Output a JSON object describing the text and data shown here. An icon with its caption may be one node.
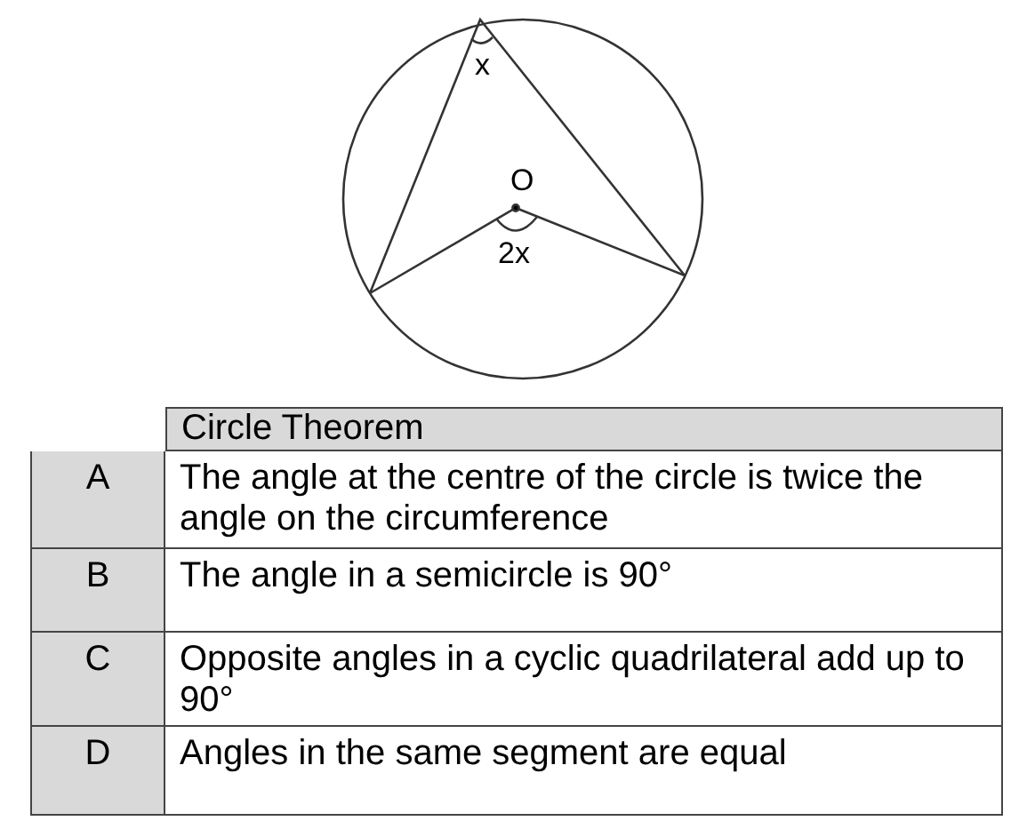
{
  "diagram": {
    "labels": [
      "x",
      "O",
      "2x",
      "Circle Theorem",
      "A",
      "The angle at the centre of the circle is twice the angle on the circumference",
      "B",
      "The angle in a semicircle is 90°",
      "C",
      "Opposite angles in a cyclic quadrilateral add up to 90°",
      "D",
      "Angles in the same segment are equal"
    ]
  }
}
